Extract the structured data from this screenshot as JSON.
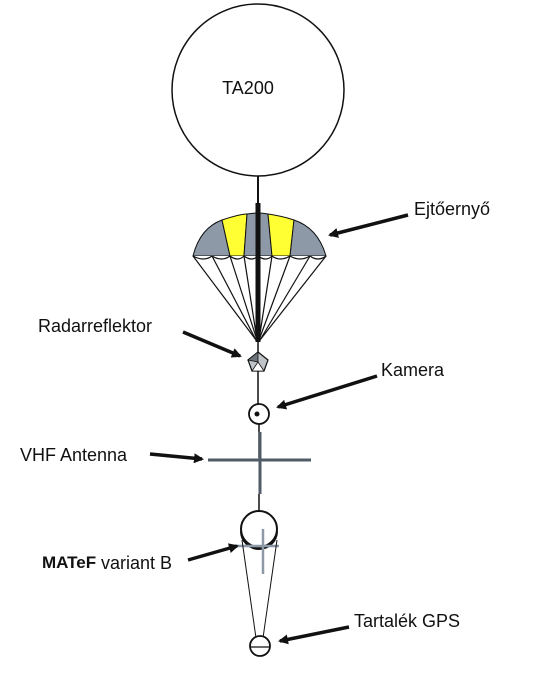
{
  "balloon": {
    "label": "TA200"
  },
  "labels": {
    "parachute": "Ejtőernyő",
    "radar_reflector": "Radarreflektor",
    "camera": "Kamera",
    "vhf_antenna": "VHF Antenna",
    "matef_brand": "MATeF",
    "matef_variant": "variant B",
    "backup_gps": "Tartalék GPS"
  },
  "colors": {
    "parachute_gray": "#8e99a8",
    "parachute_yellow": "#ffff33",
    "antenna": "#4f5b66"
  }
}
